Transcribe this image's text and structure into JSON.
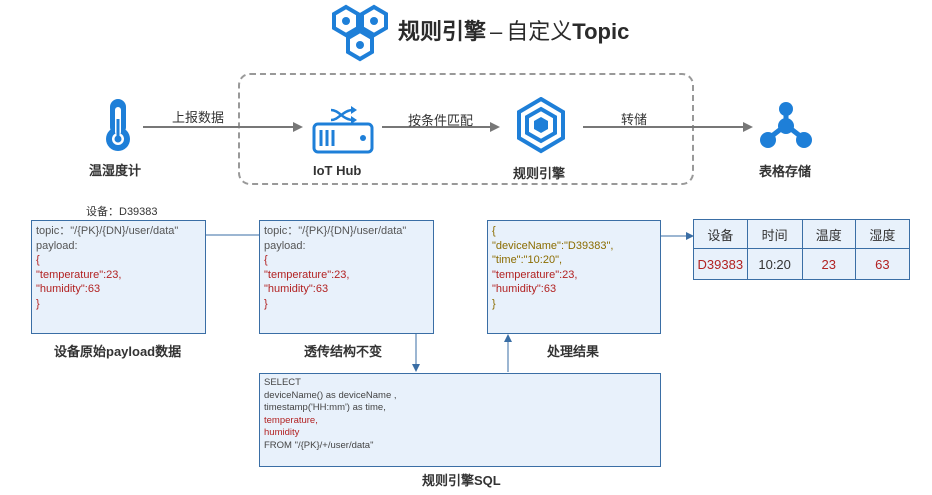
{
  "title": {
    "main": "规则引擎",
    "dash": "–",
    "sub_cn": "自定义",
    "sub_en": "Topic"
  },
  "nodes": {
    "thermometer": "温湿度计",
    "iot_hub": "IoT Hub",
    "rule_engine": "规则引擎",
    "table_storage": "表格存储"
  },
  "edges": {
    "report": "上报数据",
    "match": "按条件匹配",
    "store": "转储"
  },
  "device_label": "设备：D39383",
  "raw_payload": {
    "topic_line": "topic：\"/{PK}/{DN}/user/data\"",
    "payload_line": "payload:",
    "open": "{",
    "temperature": "\"temperature\":23,",
    "humidity": "\"humidity\":63",
    "close": "}",
    "caption": "设备原始payload数据"
  },
  "passthrough": {
    "topic_line": "topic：\"/{PK}/{DN}/user/data\"",
    "payload_line": "payload:",
    "open": "{",
    "temperature": "\"temperature\":23,",
    "humidity": "\"humidity\":63",
    "close": "}",
    "caption": "透传结构不变"
  },
  "result": {
    "open": "{",
    "device_name": "\"deviceName\":\"D39383\",",
    "time": "\"time\":\"10:20\",",
    "temperature": "\"temperature\":23,",
    "humidity": "\"humidity\":63",
    "close": "}",
    "caption": "处理结果"
  },
  "sql": {
    "l1": "SELECT",
    "l2": "deviceName() as deviceName ,",
    "l3": "timestamp('HH:mm') as time,",
    "l4": "temperature,",
    "l5": "humidity",
    "l6": "FROM \"/{PK}/+/user/data\"",
    "caption": "规则引擎SQL"
  },
  "table": {
    "headers": [
      "设备",
      "时间",
      "温度",
      "湿度"
    ],
    "row": [
      "D39383",
      "10:20",
      "23",
      "63"
    ]
  },
  "colors": {
    "icon_blue": "#1e7fd8",
    "border_blue": "#3a6ea5",
    "box_fill": "#e8f1fb",
    "accent_red": "#b22222"
  }
}
